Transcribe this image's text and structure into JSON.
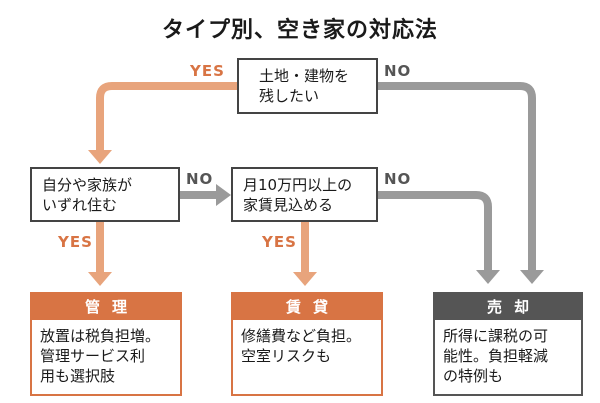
{
  "title": "タイプ別、空き家の対応法",
  "colors": {
    "accent": "#d87444",
    "dark": "#555555",
    "arrow_gray": "#9a9a9a",
    "arrow_orange": "#e8a47c"
  },
  "labels": {
    "yes": "YES",
    "no": "NO"
  },
  "questions": {
    "q1": [
      "土地・建物を",
      "残したい"
    ],
    "q2": [
      "自分や家族が",
      "いずれ住む"
    ],
    "q3": [
      "月10万円以上の",
      "家賃見込める"
    ]
  },
  "results": {
    "manage": {
      "title": "管理",
      "lines": [
        "放置は税負担増。",
        "管理サービス利",
        "用も選択肢"
      ]
    },
    "rent": {
      "title": "賃貸",
      "lines": [
        "修繕費など負担。",
        "空室リスクも"
      ]
    },
    "sell": {
      "title": "売却",
      "lines": [
        "所得に課税の可",
        "能性。負担軽減",
        "の特例も"
      ]
    }
  }
}
